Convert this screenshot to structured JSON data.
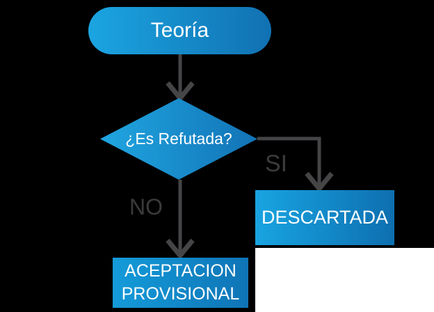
{
  "flowchart": {
    "background_color": "#000000",
    "white_patch_color": "#ffffff",
    "connector_color": "#454547",
    "node_gradient": [
      "#1BA5E1",
      "#1171B2"
    ],
    "nodes": {
      "teoria": {
        "type": "terminator",
        "label": "Teoría"
      },
      "decision": {
        "type": "decision",
        "label": "¿Es Refutada?"
      },
      "descartada": {
        "type": "process",
        "label": "DESCARTADA"
      },
      "aceptacion": {
        "type": "process",
        "line1": "ACEPTACION",
        "line2": "PROVISIONAL"
      }
    },
    "edges": {
      "teoria_to_decision": {
        "label": ""
      },
      "decision_to_descartada": {
        "label": "SI"
      },
      "decision_to_aceptacion": {
        "label": "NO"
      }
    }
  }
}
